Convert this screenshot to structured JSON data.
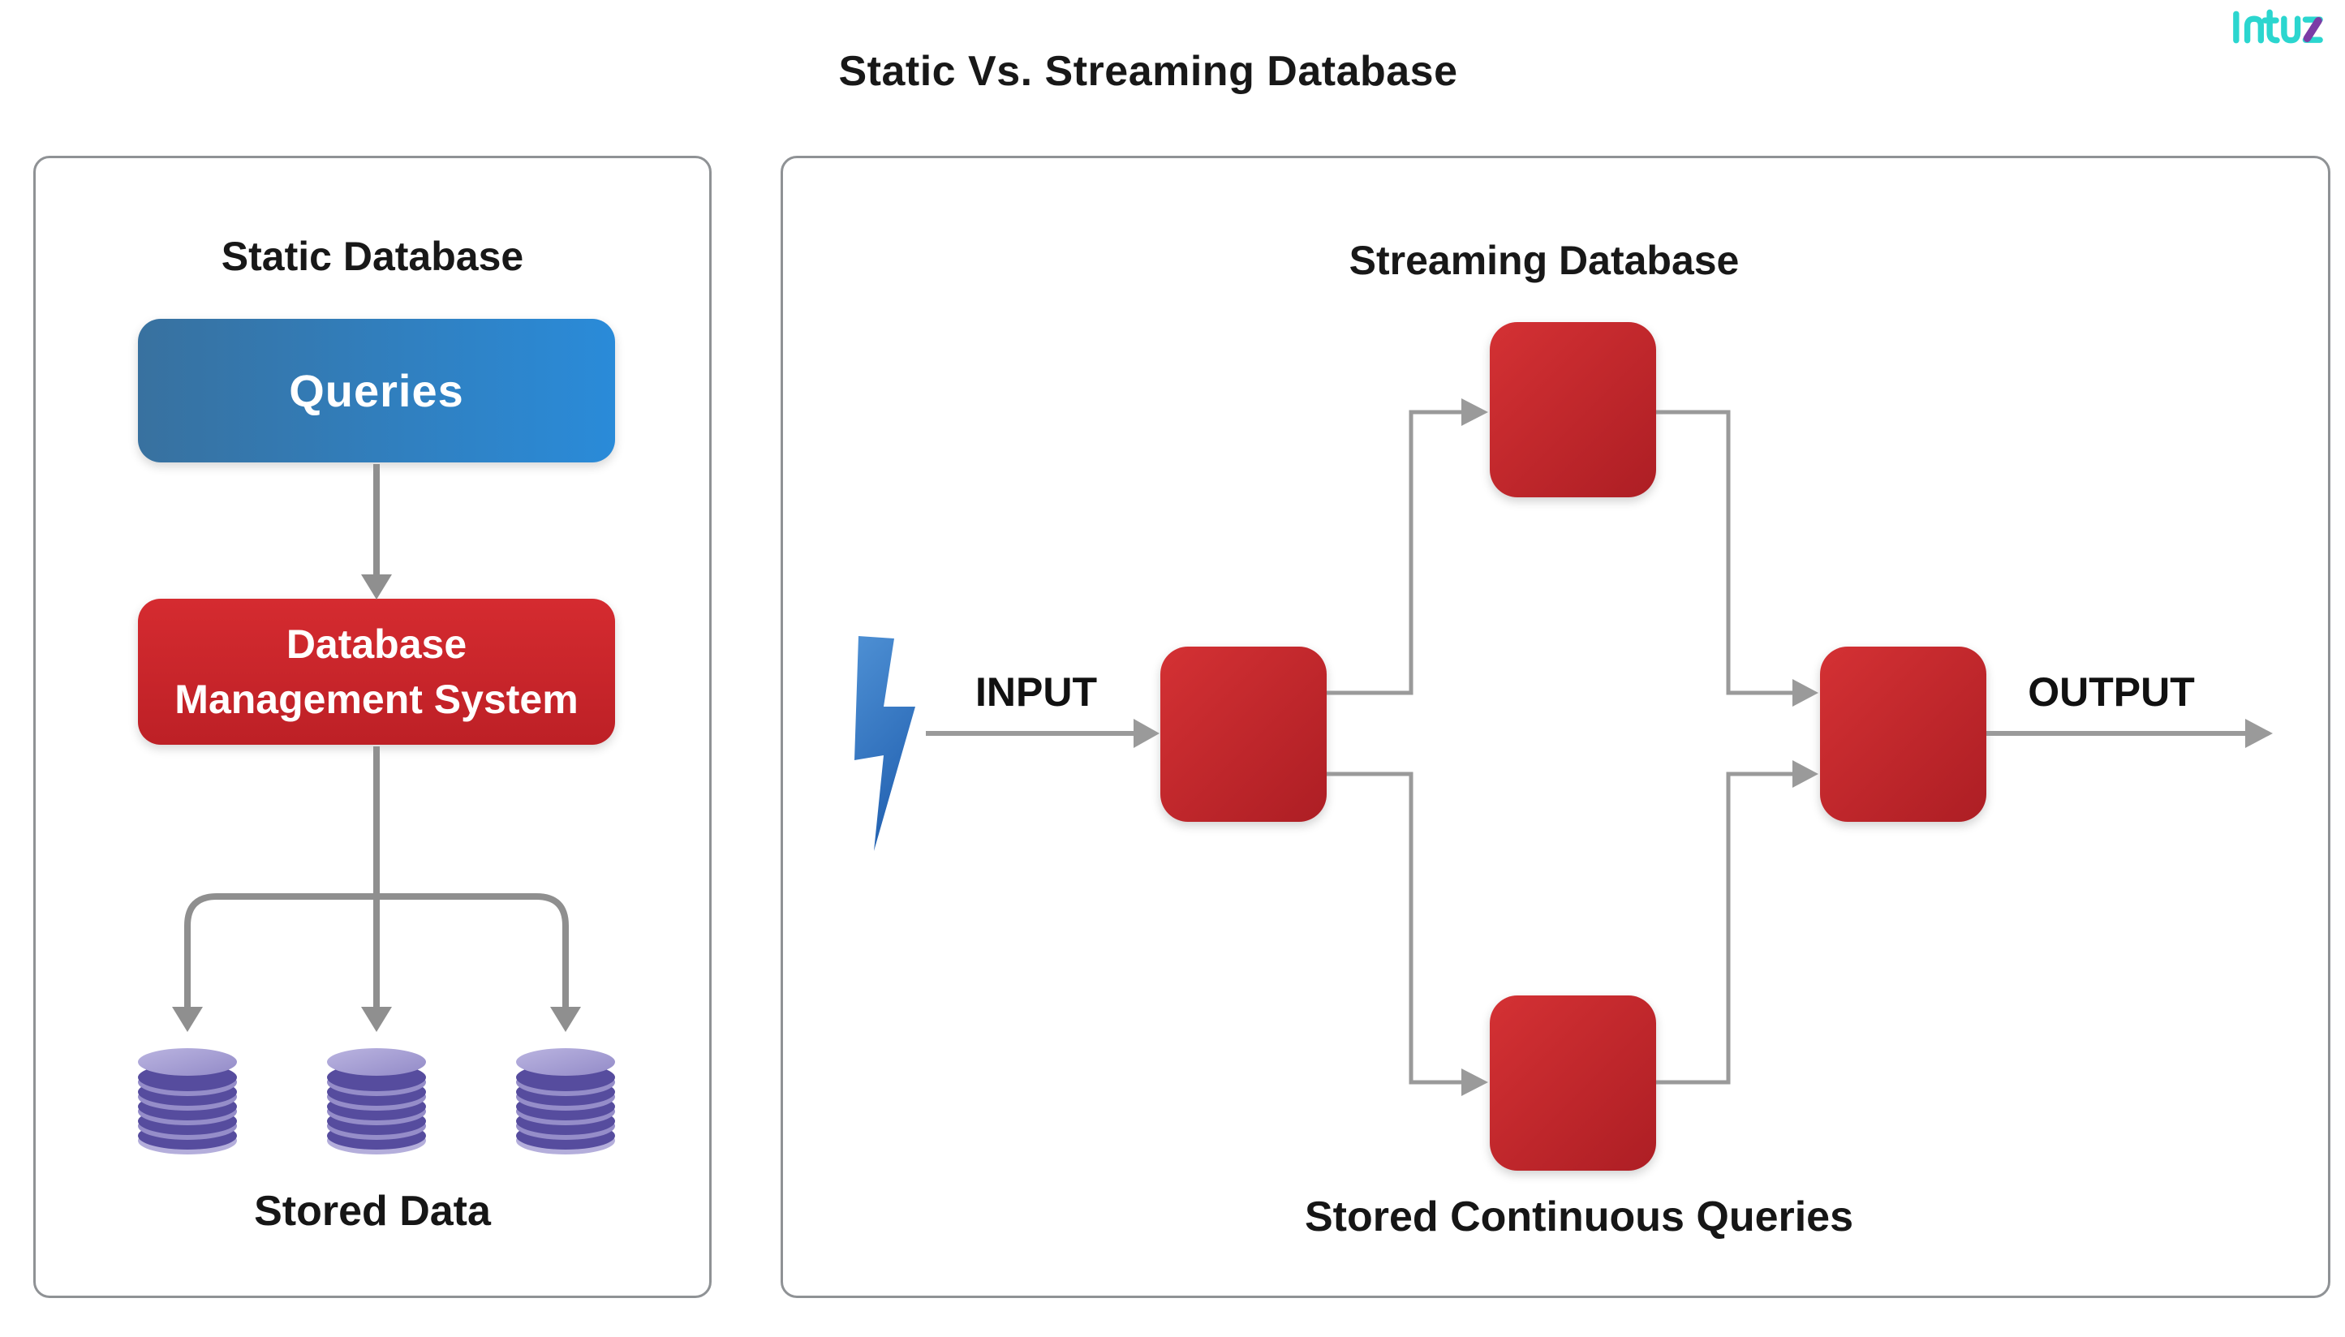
{
  "header": {
    "title": "Static Vs. Streaming Database",
    "logo_text": "Intuz"
  },
  "left_panel": {
    "heading": "Static Database",
    "queries_box_label": "Queries",
    "dbms_box_line1": "Database",
    "dbms_box_line2": "Management System",
    "caption": "Stored Data",
    "database_cylinder_count": 3
  },
  "right_panel": {
    "heading": "Streaming Database",
    "input_label": "INPUT",
    "output_label": "OUTPUT",
    "caption": "Stored Continuous Queries",
    "query_node_count": 4
  },
  "colors": {
    "queries_gradient_start": "#38719f",
    "queries_gradient_end": "#2a8bd9",
    "dbms_red_start": "#d52b30",
    "dbms_red_end": "#bd2026",
    "stream_node_red_start": "#d43134",
    "stream_node_red_end": "#ad1e24",
    "connector_gray": "#9a9a9a",
    "arrow_gray": "#8f8f8f",
    "cylinder_dark_purple": "#564c9e",
    "cylinder_light_purple": "#958dc9",
    "cylinder_top_purple": "#aca5d6",
    "bolt_blue": "#2e74c0",
    "panel_border": "#8f9295",
    "logo_teal": "#2bd6cf",
    "logo_purple": "#7b3ca6",
    "text_dark": "#181818"
  }
}
